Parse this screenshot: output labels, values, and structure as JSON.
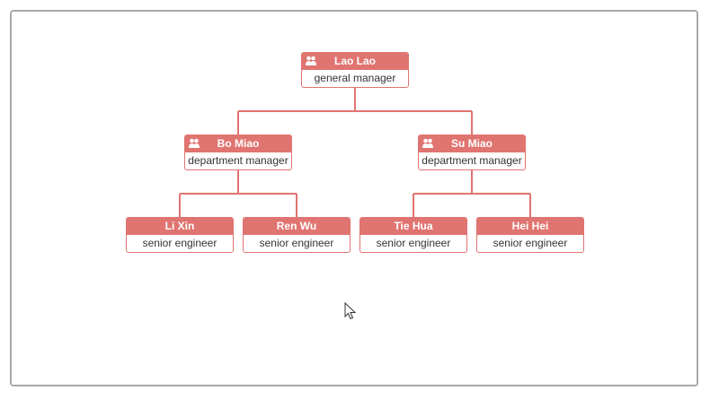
{
  "org_chart": {
    "root": {
      "name": "Lao Lao",
      "role": "general manager",
      "icon": "people-icon"
    },
    "managers": [
      {
        "name": "Bo Miao",
        "role": "department manager",
        "icon": "people-icon",
        "reports": [
          {
            "name": "Li Xin",
            "role": "senior engineer"
          },
          {
            "name": "Ren Wu",
            "role": "senior engineer"
          }
        ]
      },
      {
        "name": "Su Miao",
        "role": "department manager",
        "icon": "people-icon",
        "reports": [
          {
            "name": "Tie Hua",
            "role": "senior engineer"
          },
          {
            "name": "Hei Hei",
            "role": "senior engineer"
          }
        ]
      }
    ]
  },
  "colors": {
    "node_header": "#e07471",
    "node_border": "#e07471",
    "connector": "#e07471",
    "frame_border": "#a9a9a9"
  }
}
